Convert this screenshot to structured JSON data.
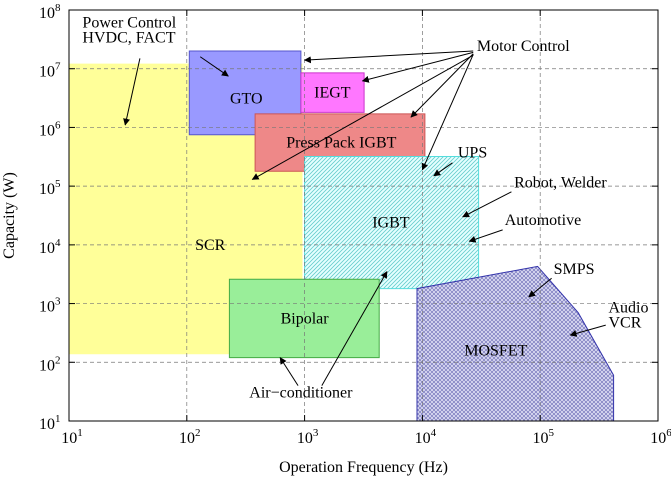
{
  "chart_data": {
    "type": "area",
    "title": "",
    "xlabel": "Operation Frequency (Hz)",
    "ylabel": "Capacity (W)",
    "xscale": "log",
    "yscale": "log",
    "xlim": [
      10,
      1000000
    ],
    "ylim": [
      10,
      100000000
    ],
    "grid": "dashed",
    "x_ticks": [
      {
        "value": 10,
        "base": "10",
        "exp": "1"
      },
      {
        "value": 100,
        "base": "10",
        "exp": "2"
      },
      {
        "value": 1000,
        "base": "10",
        "exp": "3"
      },
      {
        "value": 10000,
        "base": "10",
        "exp": "4"
      },
      {
        "value": 100000,
        "base": "10",
        "exp": "5"
      },
      {
        "value": 1000000,
        "base": "10",
        "exp": "6"
      }
    ],
    "y_ticks": [
      {
        "value": 10,
        "base": "10",
        "exp": "1"
      },
      {
        "value": 100,
        "base": "10",
        "exp": "2"
      },
      {
        "value": 1000,
        "base": "10",
        "exp": "3"
      },
      {
        "value": 10000,
        "base": "10",
        "exp": "4"
      },
      {
        "value": 100000,
        "base": "10",
        "exp": "5"
      },
      {
        "value": 1000000,
        "base": "10",
        "exp": "6"
      },
      {
        "value": 10000000,
        "base": "10",
        "exp": "7"
      },
      {
        "value": 100000000,
        "base": "10",
        "exp": "8"
      }
    ],
    "regions": [
      {
        "name": "SCR",
        "fill": "#ffff99",
        "stroke": "#ffff99",
        "pattern": "solid",
        "polygon": [
          [
            10,
            140
          ],
          [
            10,
            12000000
          ],
          [
            950,
            12000000
          ],
          [
            950,
            140
          ]
        ],
        "label_at": [
          158,
          10000
        ]
      },
      {
        "name": "GTO",
        "fill": "#9999ff",
        "stroke": "#5555cc",
        "pattern": "solid",
        "polygon": [
          [
            105,
            750000
          ],
          [
            105,
            20000000
          ],
          [
            930,
            20000000
          ],
          [
            930,
            750000
          ]
        ],
        "label_at": [
          320,
          3100000
        ]
      },
      {
        "name": "Press Pack IGBT",
        "fill": "#ee8888",
        "stroke": "#cc5555",
        "pattern": "solid",
        "polygon": [
          [
            380,
            180000
          ],
          [
            380,
            1700000
          ],
          [
            10500,
            1700000
          ],
          [
            10500,
            180000
          ]
        ],
        "label_at": [
          2050,
          550000
        ]
      },
      {
        "name": "IEGT",
        "fill": "#ff77ff",
        "stroke": "#cc33cc",
        "pattern": "solid",
        "polygon": [
          [
            930,
            1800000
          ],
          [
            930,
            8500000
          ],
          [
            3200,
            8500000
          ],
          [
            3200,
            1800000
          ]
        ],
        "label_at": [
          1720,
          3900000
        ]
      },
      {
        "name": "IGBT",
        "fill": "#e6ffff",
        "stroke": "#55dddd",
        "pattern": "hatch",
        "polygon": [
          [
            1000,
            1800
          ],
          [
            1000,
            320000
          ],
          [
            30000,
            320000
          ],
          [
            30000,
            1800
          ]
        ],
        "label_at": [
          5400,
          24000
        ]
      },
      {
        "name": "Bipolar",
        "fill": "#99ee99",
        "stroke": "#44aa44",
        "pattern": "solid",
        "polygon": [
          [
            230,
            120
          ],
          [
            230,
            2600
          ],
          [
            4300,
            2600
          ],
          [
            4300,
            120
          ]
        ],
        "label_at": [
          1000,
          560
        ]
      },
      {
        "name": "MOSFET",
        "fill": "#c8c8f0",
        "stroke": "#3333aa",
        "pattern": "crosshatch",
        "polygon": [
          [
            9000,
            10
          ],
          [
            9000,
            1800
          ],
          [
            95000,
            4300
          ],
          [
            210000,
            700
          ],
          [
            420000,
            60
          ],
          [
            420000,
            10
          ]
        ],
        "label_at": [
          42000,
          160
        ]
      }
    ],
    "annotations": [
      {
        "lines": [
          "Power Control",
          "HVDC, FACT"
        ],
        "text_at": [
          13,
          50000000
        ],
        "anchor": "start",
        "arrows": [
          {
            "from": [
              40,
              15000000
            ],
            "to": [
              30,
              1100000
            ]
          },
          {
            "from": [
              130,
              16000000
            ],
            "to": [
              225,
              7500000
            ]
          }
        ]
      },
      {
        "lines": [
          "Motor Control"
        ],
        "text_at": [
          29000,
          20000000
        ],
        "anchor": "start",
        "arrows": [
          {
            "from": [
              27000,
              20000000
            ],
            "to": [
              1000,
              14000000
            ]
          },
          {
            "from": [
              27000,
              19000000
            ],
            "to": [
              3100,
              6200000
            ]
          },
          {
            "from": [
              27000,
              18000000
            ],
            "to": [
              8000,
              1500000
            ]
          },
          {
            "from": [
              27000,
              17500000
            ],
            "to": [
              10000,
              190000
            ]
          },
          {
            "from": [
              27000,
              17000000
            ],
            "to": [
              360,
              130000
            ]
          }
        ]
      },
      {
        "lines": [
          "UPS"
        ],
        "text_at": [
          20000,
          310000
        ],
        "anchor": "start",
        "arrows": [
          {
            "from": [
              18000,
              250000
            ],
            "to": [
              12500,
              150000
            ]
          }
        ]
      },
      {
        "lines": [
          "Robot, Welder"
        ],
        "text_at": [
          60000,
          95000
        ],
        "anchor": "start",
        "arrows": [
          {
            "from": [
              57000,
              80000
            ],
            "to": [
              22000,
              30000
            ]
          }
        ]
      },
      {
        "lines": [
          "Automotive"
        ],
        "text_at": [
          50000,
          22000
        ],
        "anchor": "start",
        "arrows": [
          {
            "from": [
              48000,
              18000
            ],
            "to": [
              25000,
              11500
            ]
          }
        ]
      },
      {
        "lines": [
          "SMPS"
        ],
        "text_at": [
          130000,
          3200
        ],
        "anchor": "start",
        "arrows": [
          {
            "from": [
              125000,
              2700
            ],
            "to": [
              80000,
              1300
            ]
          }
        ]
      },
      {
        "lines": [
          "Audio",
          "VCR"
        ],
        "text_at": [
          380000,
          700
        ],
        "anchor": "start",
        "arrows": [
          {
            "from": [
              360000,
              430
            ],
            "to": [
              180000,
              290
            ]
          }
        ]
      },
      {
        "lines": [
          "Air−conditioner"
        ],
        "text_at": [
          930,
          25
        ],
        "anchor": "middle",
        "arrows": [
          {
            "from": [
              1400,
              40
            ],
            "to": [
              5000,
              3500
            ]
          },
          {
            "from": [
              880,
              40
            ],
            "to": [
              620,
              120
            ]
          }
        ]
      }
    ]
  }
}
